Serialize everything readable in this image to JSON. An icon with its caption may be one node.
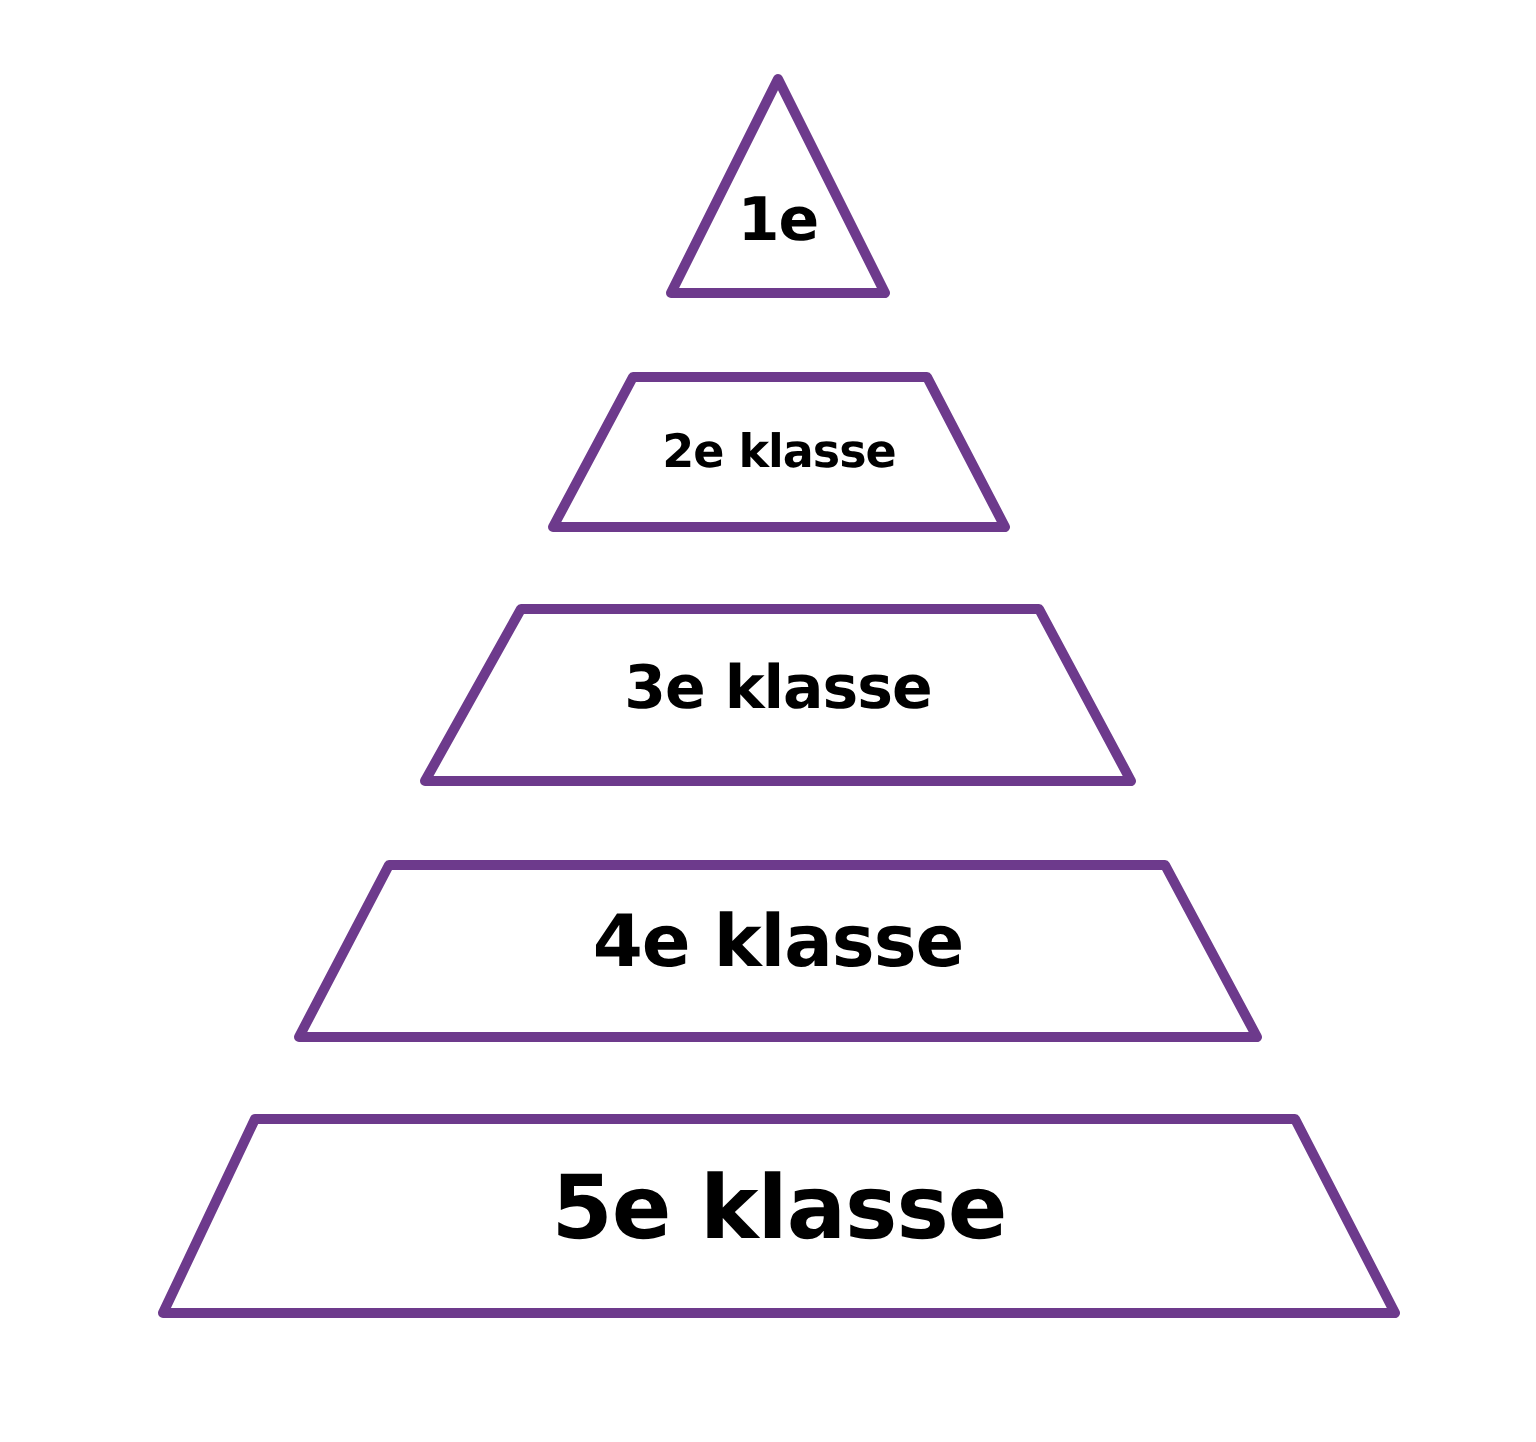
{
  "diagram": {
    "nodes": [
      {
        "text": [
          "1e"
        ]
      },
      {
        "text": [
          "2e klasse"
        ]
      },
      {
        "text": [
          "3e klasse"
        ]
      },
      {
        "text": [
          "4e klasse"
        ]
      },
      {
        "text": [
          "5e klasse"
        ]
      }
    ]
  }
}
